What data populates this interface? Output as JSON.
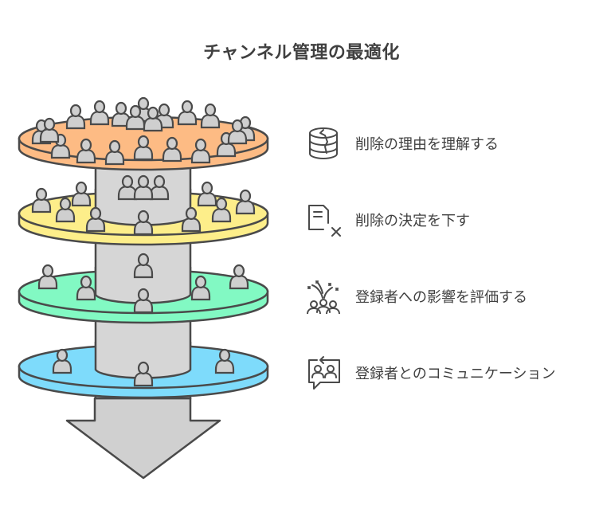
{
  "title": "チャンネル管理の最適化",
  "layers": [
    {
      "name": "orange",
      "color": "#fdbb84",
      "people": 20
    },
    {
      "name": "yellow",
      "color": "#fdee8a",
      "people": 12
    },
    {
      "name": "green",
      "color": "#82f9c3",
      "people": 6
    },
    {
      "name": "blue",
      "color": "#7edbfb",
      "people": 3
    }
  ],
  "colors": {
    "stroke": "#4a4a4a",
    "pillar": "#d6d6d6",
    "person": "#cfcfcf",
    "text": "#404040"
  },
  "steps": [
    {
      "icon": "cracked-database-icon",
      "label": "削除の理由を理解する"
    },
    {
      "icon": "document-delete-icon",
      "label": "削除の決定を下す"
    },
    {
      "icon": "audience-impact-icon",
      "label": "登録者への影響を評価する"
    },
    {
      "icon": "chat-people-icon",
      "label": "登録者とのコミュニケーション"
    }
  ]
}
